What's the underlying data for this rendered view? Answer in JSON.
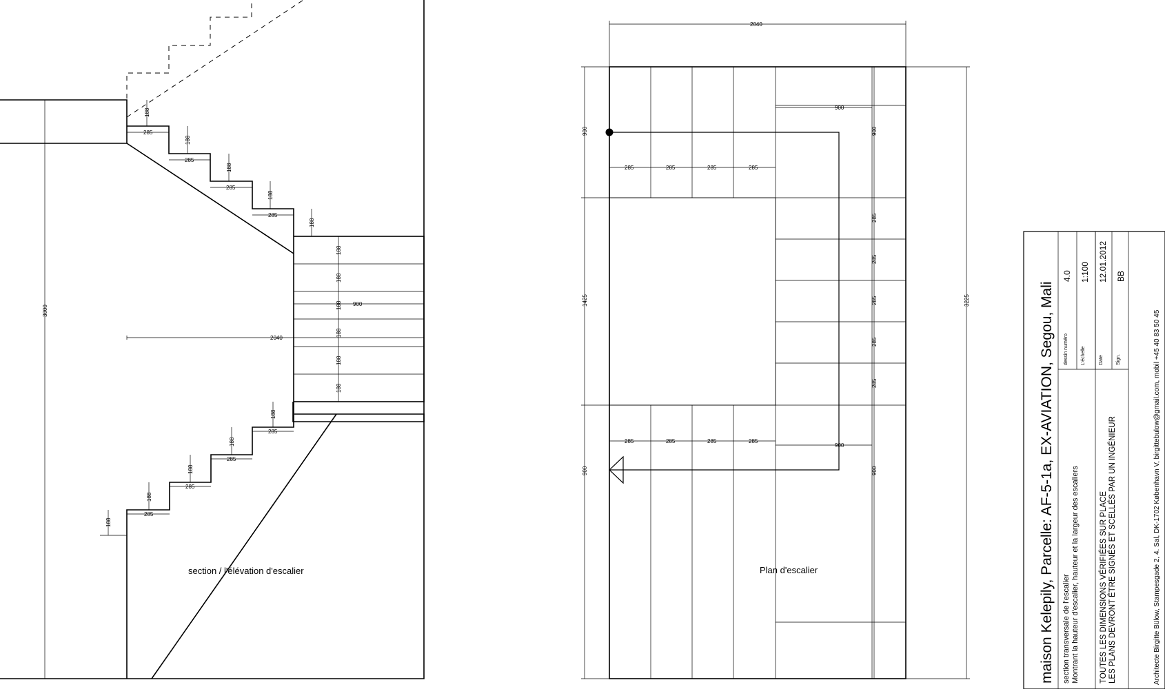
{
  "section": {
    "caption": "section / l'élévation d'escalier",
    "upper_risers": [
      "188",
      "188",
      "188",
      "188",
      "188"
    ],
    "upper_treads": [
      "285",
      "285",
      "285",
      "285"
    ],
    "landing_risers": [
      "188",
      "188",
      "188",
      "188",
      "188",
      "188"
    ],
    "landing_width": "900",
    "width_dim": "2040",
    "height_dim": "3000",
    "lower_risers": [
      "188",
      "188",
      "188",
      "188",
      "188"
    ],
    "lower_treads": [
      "285",
      "285",
      "285",
      "285"
    ]
  },
  "plan": {
    "caption": "Plan d'escalier",
    "top_width": "2040",
    "left_dims": [
      "900",
      "1425",
      "900"
    ],
    "right_total": "3225",
    "top_treads": [
      "285",
      "285",
      "285",
      "285"
    ],
    "bottom_treads": [
      "285",
      "285",
      "285",
      "285"
    ],
    "right_treads": [
      "285",
      "285",
      "285",
      "285",
      "285"
    ],
    "landing_top": "900",
    "landing_right_top": "900",
    "landing_bottom": "900",
    "landing_right_bottom": "900"
  },
  "title_block": {
    "title": "maison Kelepily, Parcelle: AF-5-1a, EX-AVIATION, Segou, Mali",
    "desc_line1": "section transversale de l'escalier",
    "desc_line2": "Montrant la hauteur d'escalier, hauteur et la largeur des escaliers",
    "drawing_no_label": "dessin numéro",
    "drawing_no": "4.0",
    "scale_label": "L'échelle",
    "scale": "1:100",
    "date_label": "Date",
    "date": "12.01.2012",
    "sign_label": "Sign.",
    "sign": "BB",
    "note_line1": "TOUTES LES DIMENSIONS VÉRIFIÉES SUR PLACE",
    "note_line2": "LES PLANS DEVRONT ÊTRE SIGNÉS ET SCELLÉS PAR UN INGÉNIEUR",
    "architect": "Architecte Birgitte Bülow, Stampesgade 2, 4. Sal, DK-1702 København V, birgittebulow@gmail.com, mobil +45 40 83 50 45"
  }
}
